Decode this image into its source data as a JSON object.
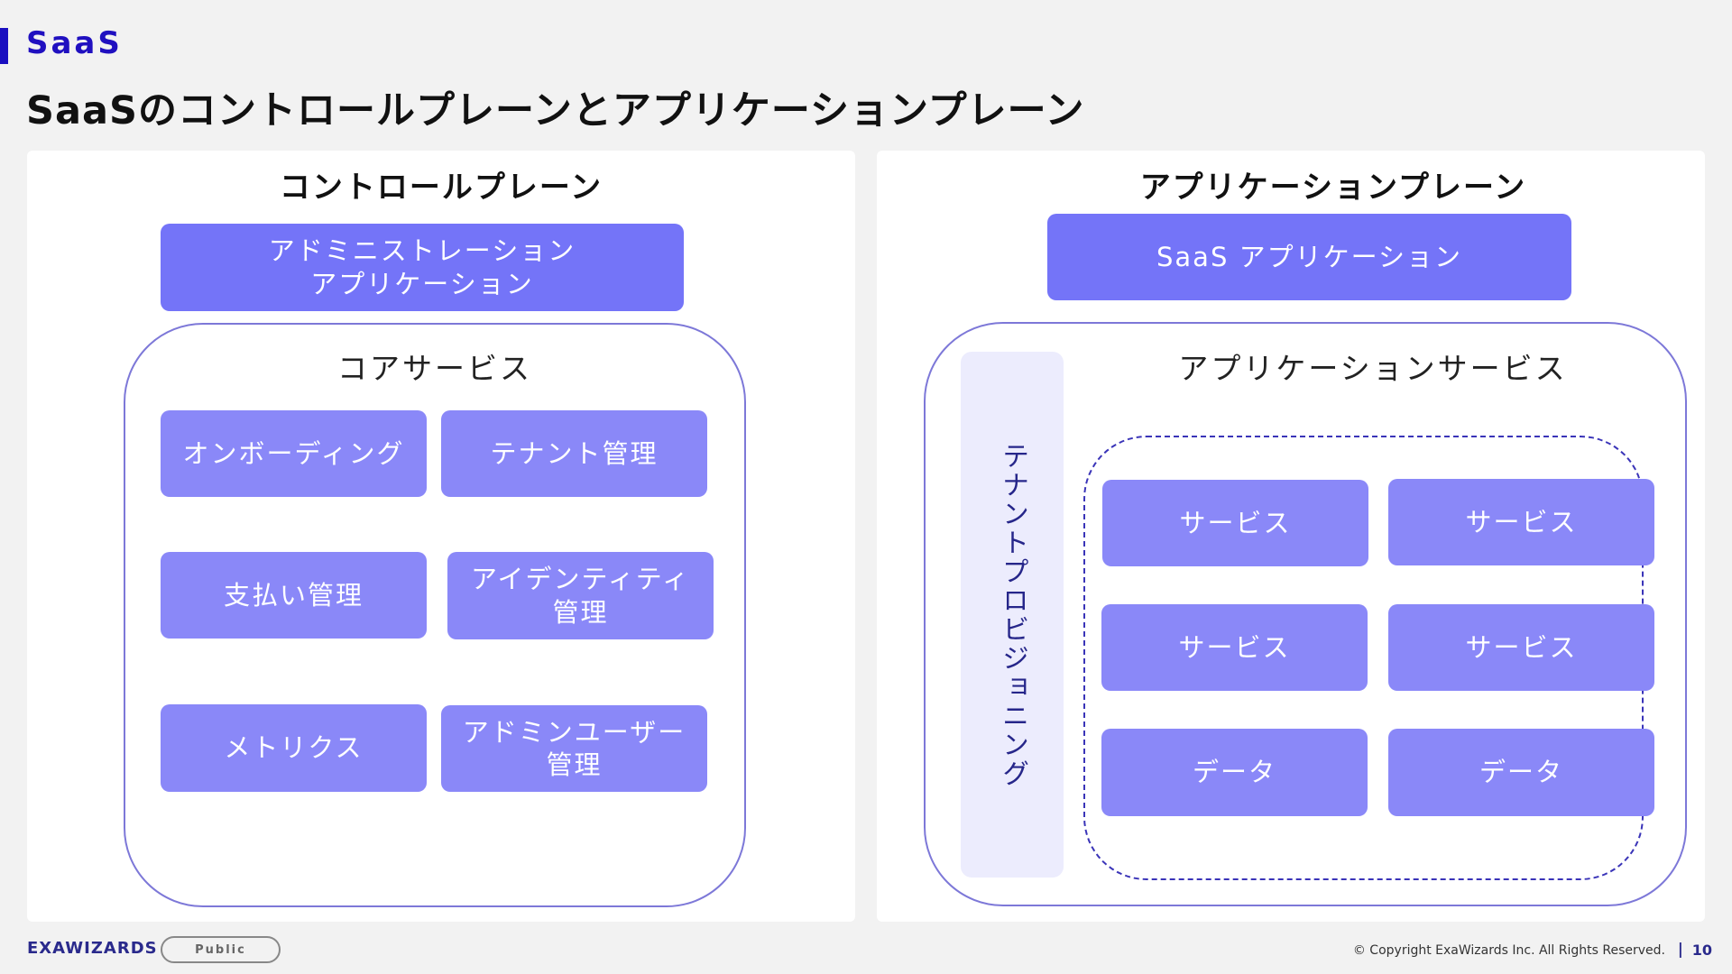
{
  "header": {
    "section_label": "SaaS",
    "title": "SaaSのコントロールプレーンとアプリケーションプレーン"
  },
  "control_plane": {
    "title": "コントロールプレーン",
    "admin_app": "アドミニストレーション\nアプリケーション",
    "core_services": {
      "title": "コアサービス",
      "items": [
        "オンボーディング",
        "テナント管理",
        "支払い管理",
        "アイデンティティ\n管理",
        "メトリクス",
        "アドミンユーザー\n管理"
      ]
    }
  },
  "application_plane": {
    "title": "アプリケーションプレーン",
    "saas_app": "SaaS アプリケーション",
    "app_services": {
      "title": "アプリケーションサービス",
      "provisioning": "テナントプロビジョニング",
      "items": [
        "サービス",
        "サービス",
        "サービス",
        "サービス",
        "データ",
        "データ"
      ]
    }
  },
  "footer": {
    "brand": "EXAWIZARDS",
    "visibility": "Public",
    "copyright": "© Copyright ExaWizards Inc. All Rights Reserved.",
    "separator": "|",
    "page_number": "10"
  },
  "colors": {
    "accent": "#1a0fc0",
    "box": "#8a88f8",
    "box_strong": "#7474f8",
    "outline": "#7d78d8",
    "provision_bg": "#ececfd"
  }
}
